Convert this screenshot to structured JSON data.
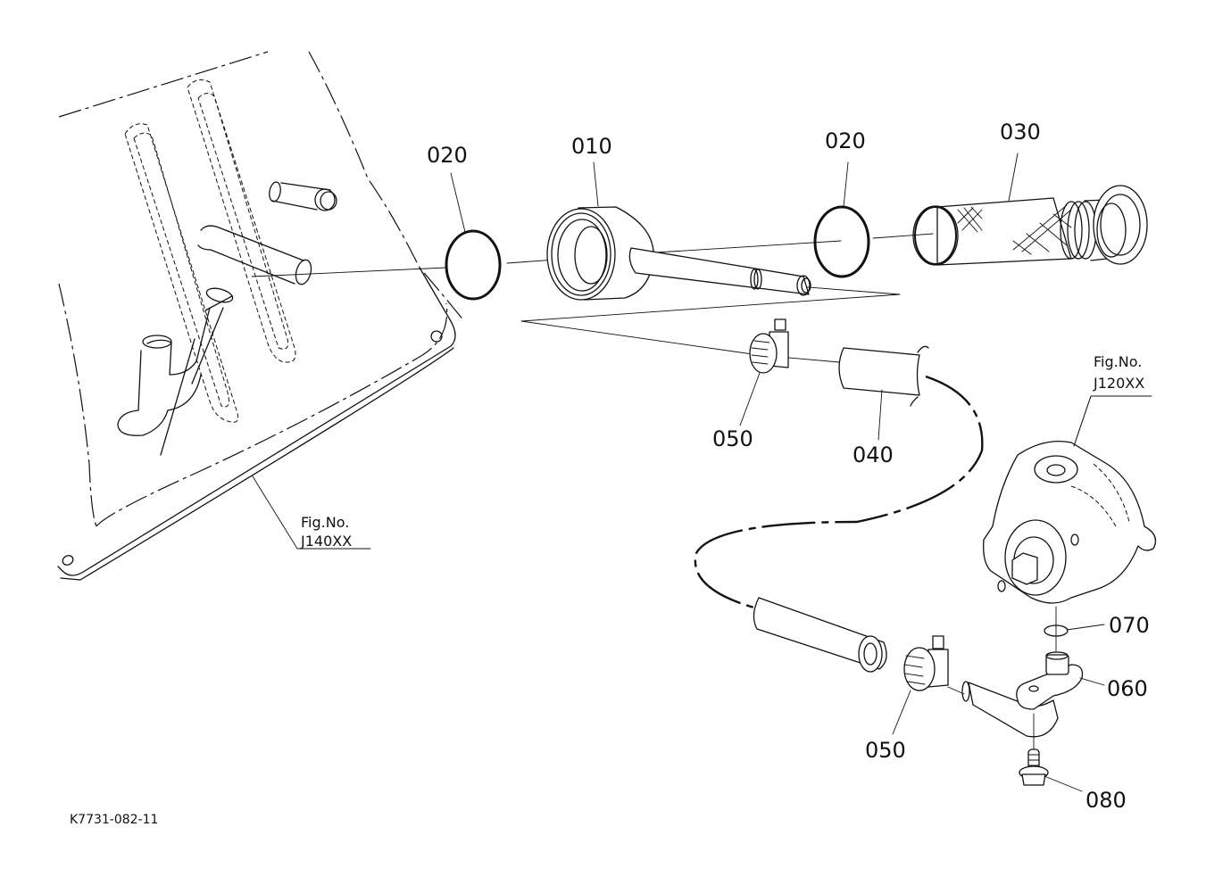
{
  "diagram": {
    "type": "exploded parts diagram",
    "drawing_code": "K7731-082-11",
    "part_callouts": [
      {
        "id": "p010",
        "label": "010",
        "part": "filter housing with outlet pipe"
      },
      {
        "id": "p020a",
        "label": "020",
        "part": "o-ring (tank side)"
      },
      {
        "id": "p020b",
        "label": "020",
        "part": "o-ring (filter side)"
      },
      {
        "id": "p030",
        "label": "030",
        "part": "suction strainer"
      },
      {
        "id": "p040",
        "label": "040",
        "part": "suction hose"
      },
      {
        "id": "p050a",
        "label": "050",
        "part": "hose clamp (upper)"
      },
      {
        "id": "p050b",
        "label": "050",
        "part": "hose clamp (lower)"
      },
      {
        "id": "p060",
        "label": "060",
        "part": "elbow pipe"
      },
      {
        "id": "p070",
        "label": "070",
        "part": "o-ring (pump port)"
      },
      {
        "id": "p080",
        "label": "080",
        "part": "flange bolt"
      }
    ],
    "figure_refs": [
      {
        "line1": "Fig.No.",
        "line2": "J140XX",
        "ref": "transmission case / tank"
      },
      {
        "line1": "Fig.No.",
        "line2": "J120XX",
        "ref": "hydraulic pump"
      }
    ]
  }
}
